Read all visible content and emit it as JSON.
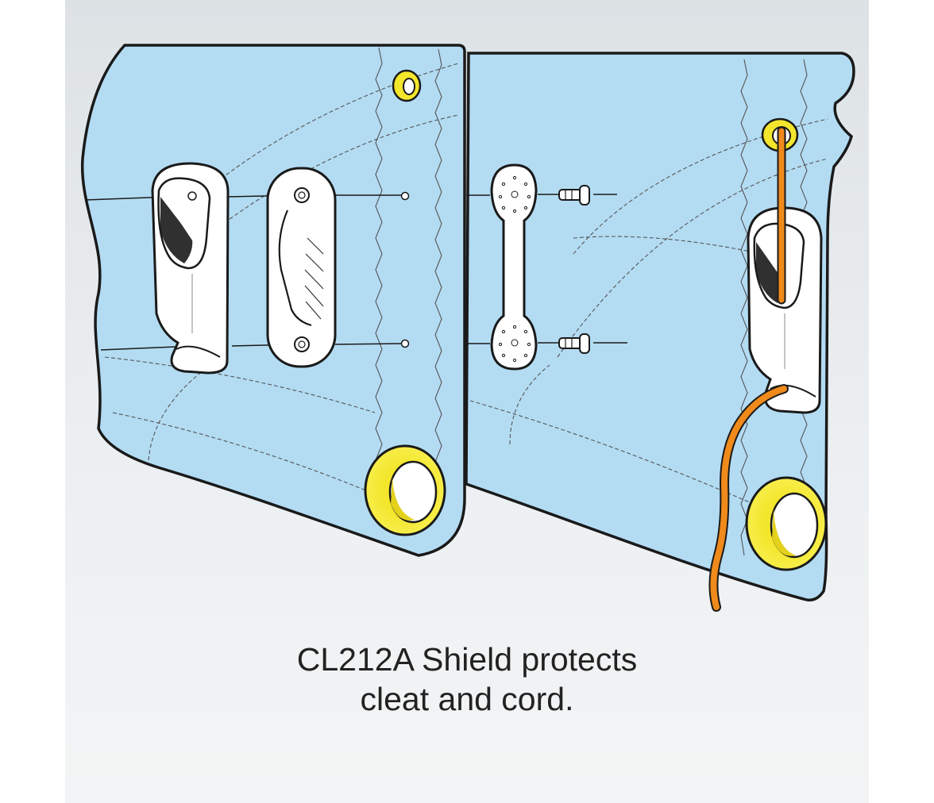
{
  "caption": {
    "line1": "CL212A Shield protects",
    "line2": "cleat and cord."
  },
  "colors": {
    "background_top": "#dfe3e6",
    "background_bottom": "#f2f3f4",
    "sail": "#b3dcf3",
    "outline": "#1a1a1a",
    "eyelet": "#f6ec35",
    "cord": "#ef8a1b",
    "stitch": "#555555"
  },
  "icons": {
    "left_sail": "sail-panel-illustration",
    "right_sail": "sail-panel-illustration",
    "cleat": "clam-cleat-illustration",
    "shield": "cleat-shield-illustration",
    "backing_plate": "backing-plate-illustration",
    "rivet": "rivet-illustration",
    "eyelet": "eyelet-illustration",
    "cord": "cord-illustration"
  }
}
